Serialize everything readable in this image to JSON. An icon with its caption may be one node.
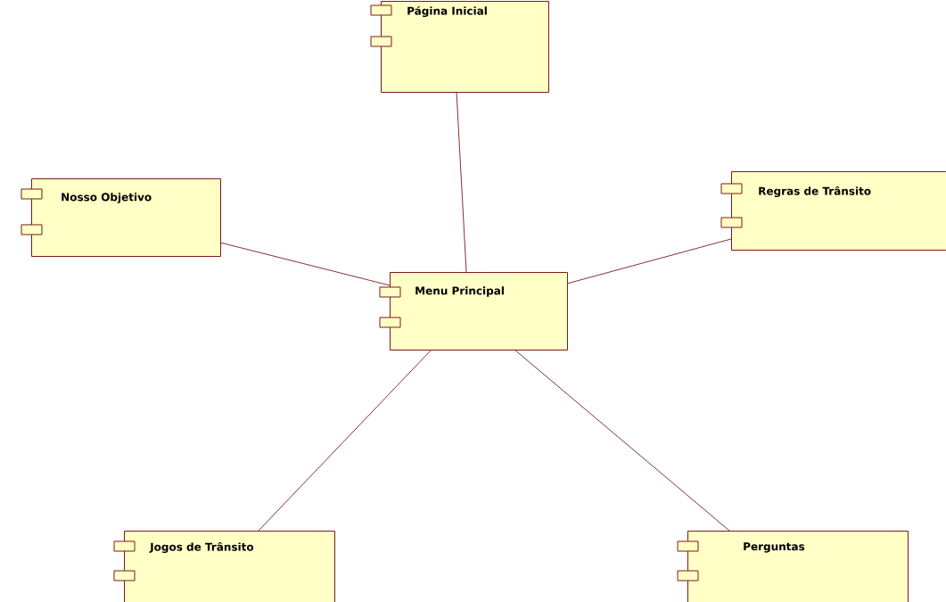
{
  "diagram": {
    "nodes": [
      {
        "text": [
          "Página Inicial"
        ]
      },
      {
        "text": [
          "Nosso Objetivo"
        ]
      },
      {
        "text": [
          "Regras de Trânsito"
        ]
      },
      {
        "text": [
          "Menu Principal"
        ]
      },
      {
        "text": [
          "Jogos de Trânsito"
        ]
      },
      {
        "text": [
          "Perguntas"
        ]
      }
    ],
    "edges": [
      {
        "from": 3,
        "to": 0,
        "arrow": "none"
      },
      {
        "from": 3,
        "to": 1,
        "arrow": "none"
      },
      {
        "from": 3,
        "to": 2,
        "arrow": "none"
      },
      {
        "from": 3,
        "to": 4,
        "arrow": "none"
      },
      {
        "from": 3,
        "to": 5,
        "arrow": "none"
      }
    ]
  }
}
